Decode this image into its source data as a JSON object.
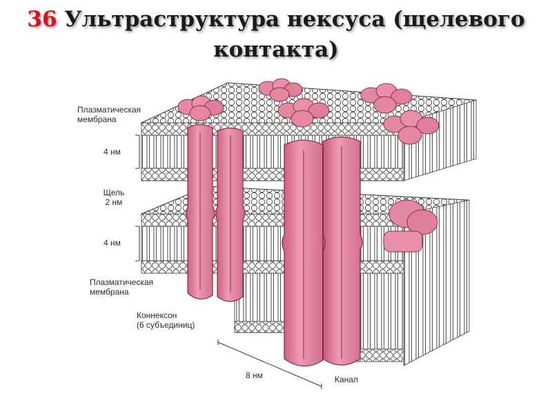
{
  "slide": {
    "number": "36",
    "title_line1": "Ультраструктура нексуса (щелевого",
    "title_line2": "контакта)"
  },
  "labels": {
    "plasma_membrane_top": "Плазматическая\nмембрана",
    "thickness_top": "4 нм",
    "gap": "Щель\n2 нм",
    "thickness_bottom": "4 нм",
    "plasma_membrane_bottom": "Плазматическая\nмембрана",
    "connexon": "Коннексон\n(6 субъединиц)",
    "width": "8 нм",
    "channel": "Канал"
  },
  "colors": {
    "connexon": "#e07c98",
    "connexon_dark": "#b94a6c",
    "lipid_head": "#ffffff",
    "line": "#222222",
    "title_number": "#d8101a"
  }
}
